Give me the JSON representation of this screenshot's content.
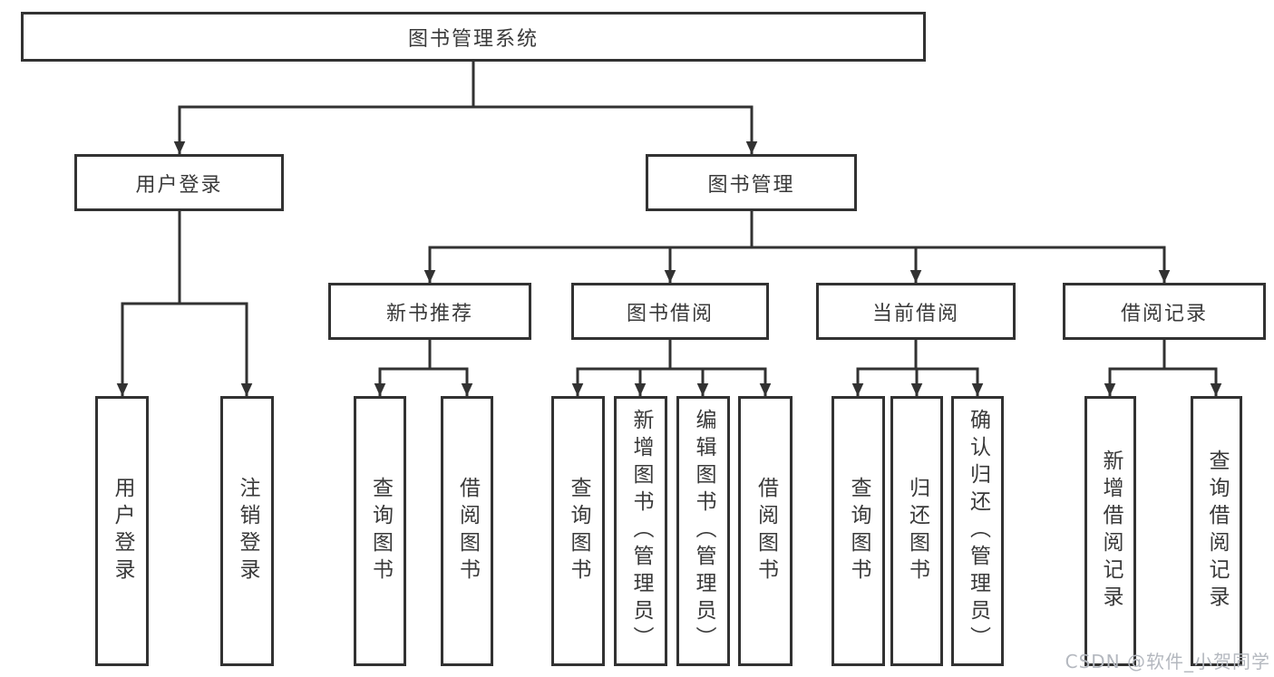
{
  "diagram": {
    "type": "hierarchy-tree",
    "tree": {
      "label": "图书管理系统",
      "children": [
        {
          "label": "用户登录",
          "children": [
            {
              "label": "用户登录"
            },
            {
              "label": "注销登录"
            }
          ]
        },
        {
          "label": "图书管理",
          "children": [
            {
              "label": "新书推荐",
              "children": [
                {
                  "label": "查询图书"
                },
                {
                  "label": "借阅图书"
                }
              ]
            },
            {
              "label": "图书借阅",
              "children": [
                {
                  "label": "查询图书"
                },
                {
                  "label": "新增图书（管理员）"
                },
                {
                  "label": "编辑图书（管理员）"
                },
                {
                  "label": "借阅图书"
                }
              ]
            },
            {
              "label": "当前借阅",
              "children": [
                {
                  "label": "查询图书"
                },
                {
                  "label": "归还图书"
                },
                {
                  "label": "确认归还（管理员）"
                }
              ]
            },
            {
              "label": "借阅记录",
              "children": [
                {
                  "label": "新增借阅记录"
                },
                {
                  "label": "查询借阅记录"
                }
              ]
            }
          ]
        }
      ]
    },
    "colors": {
      "line": "#323232",
      "box_border": "#323232",
      "text": "#3a3a3a",
      "background": "#ffffff"
    }
  },
  "watermark": {
    "text": "CSDN @软件_小贺同学",
    "color": "#b4b8bf"
  }
}
